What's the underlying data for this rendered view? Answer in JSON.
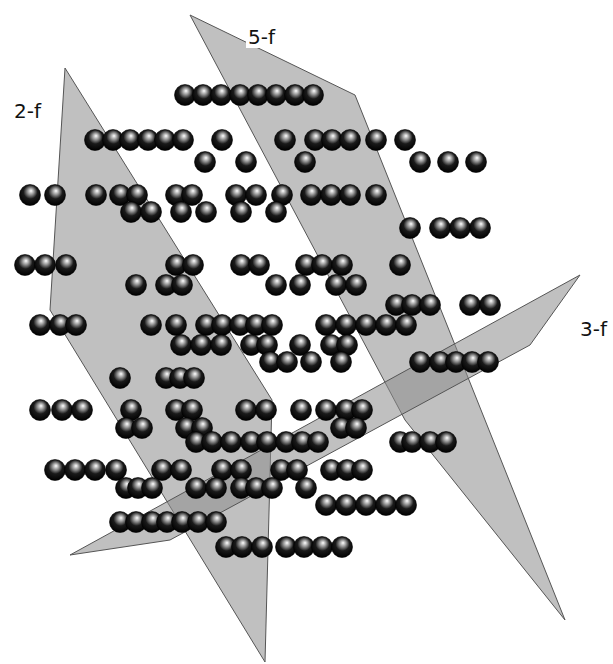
{
  "diagram": {
    "labels": [
      "2-f",
      "5-f",
      "3-f"
    ]
  }
}
